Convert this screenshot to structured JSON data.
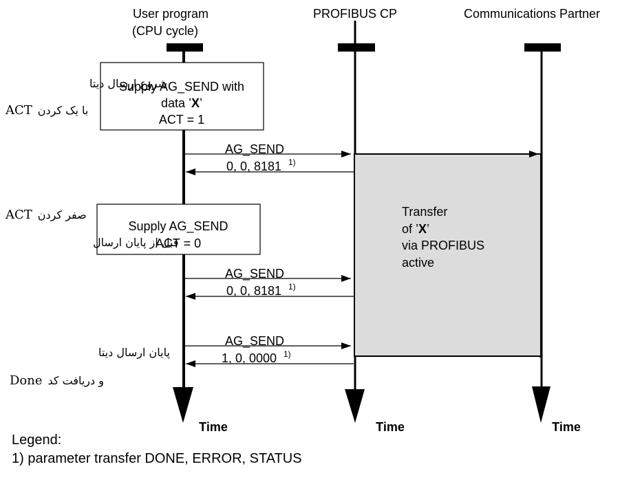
{
  "lanes": {
    "user": {
      "title_line1": "User program",
      "title_line2": "(CPU cycle)"
    },
    "cp": {
      "title": "PROFIBUS CP"
    },
    "partner": {
      "title": "Communications Partner"
    }
  },
  "time_label": "Time",
  "boxes": {
    "supply1": {
      "line1": "Supply AG_SEND with",
      "line2_pre": "data ’",
      "line2_bold": "X",
      "line2_post": "’",
      "line3": "ACT = 1"
    },
    "supply2": {
      "line1": "Supply AG_SEND",
      "line2": "ACT = 0"
    },
    "transfer": {
      "line1": "Transfer",
      "line2_pre": "of ’",
      "line2_bold": "X",
      "line2_post": "’",
      "line3": "via PROFIBUS",
      "line4": "active"
    }
  },
  "messages": [
    {
      "call": "AG_SEND",
      "reply": "0, 0, 8181",
      "sup": "1)"
    },
    {
      "call": "AG_SEND",
      "reply": "0, 0, 8181",
      "sup": "1)"
    },
    {
      "call": "AG_SEND",
      "reply": "1, 0, 0000",
      "sup": "1)"
    }
  ],
  "notes": {
    "start_line1": "شروع ارسال دیتا",
    "start_line2_latin": "ACT",
    "start_line2_fa": "با یک کردن",
    "reset_line1_latin": "ACT",
    "reset_line1_fa": "صفر کردن",
    "reset_line2": "قبل از پایان ارسال",
    "end_line1": "پایان ارسال دیتا",
    "end_line2_latin": "Done",
    "end_line2_fa": "و دریافت کد"
  },
  "legend": {
    "title": "Legend:",
    "item1": "1) parameter transfer DONE, ERROR, STATUS"
  },
  "colors": {
    "transfer_fill": "#dcdcdc",
    "line": "#000000"
  }
}
